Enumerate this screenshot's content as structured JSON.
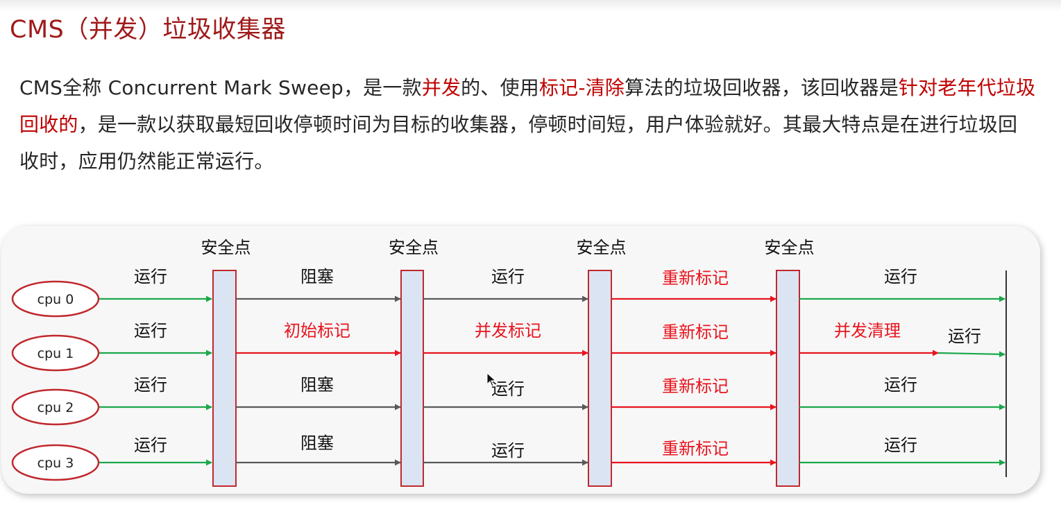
{
  "title": "CMS（并发）垃圾收集器",
  "paragraph": {
    "line1": [
      {
        "text": "CMS全称 Concurrent Mark Sweep，是一款",
        "hl": false
      },
      {
        "text": "并发",
        "hl": true
      },
      {
        "text": "的、使用",
        "hl": false
      },
      {
        "text": "标记-清除",
        "hl": true
      },
      {
        "text": "算法的垃圾回收器，该回收器是",
        "hl": false
      },
      {
        "text": "针对老年代垃圾",
        "hl": true
      }
    ],
    "line2": [
      {
        "text": "回收的",
        "hl": true
      },
      {
        "text": "，是一款以获取最短回收停顿时间为目标的收集器，停顿时间短，用户体验就好。其最大特点是在进行垃圾回",
        "hl": false
      }
    ],
    "line3": [
      {
        "text": "收时，应用仍然能正常运行。",
        "hl": false
      }
    ]
  },
  "colors": {
    "title": "#a01a1a",
    "highlight": "#c00000",
    "run": "#1aa84a",
    "block": "#595959",
    "gc": "#e8141e",
    "cpu_border": "#c0282d",
    "safepoint_fill": "#dbe4f2",
    "safepoint_border": "#c0282d"
  },
  "diagram": {
    "safepoint_label": "安全点",
    "cpus": [
      "cpu 0",
      "cpu 1",
      "cpu 2",
      "cpu 3"
    ],
    "segments": [
      [
        "运行",
        "阻塞",
        "运行",
        "重新标记",
        "运行"
      ],
      [
        "运行",
        "初始标记",
        "并发标记",
        "重新标记",
        "并发清理"
      ],
      [
        "运行",
        "阻塞",
        "运行",
        "重新标记",
        "运行"
      ],
      [
        "运行",
        "阻塞",
        "运行",
        "重新标记",
        "运行"
      ]
    ],
    "segment_kinds": [
      [
        "run",
        "block",
        "block",
        "gc",
        "run"
      ],
      [
        "run",
        "gc",
        "gc",
        "gc",
        "gc"
      ],
      [
        "run",
        "block",
        "block",
        "gc",
        "run"
      ],
      [
        "run",
        "block",
        "block",
        "gc",
        "run"
      ]
    ],
    "cpu1_tail_label": "运行"
  }
}
